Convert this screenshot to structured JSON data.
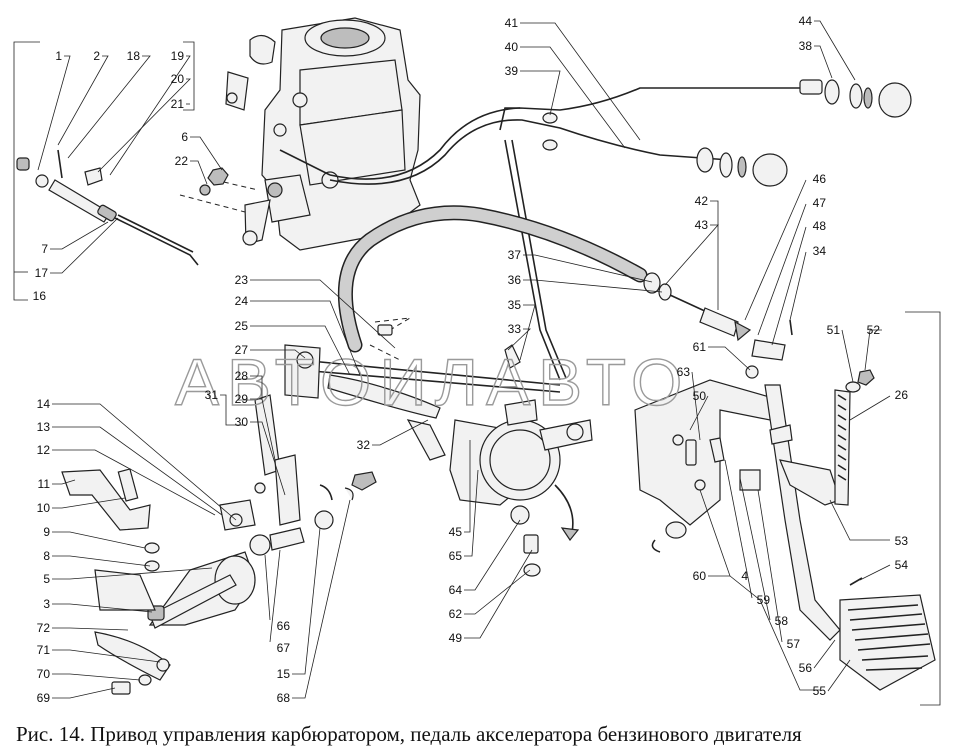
{
  "watermark": "АВТОИЛАВТО",
  "caption": "Рис. 14. Привод управления карбюратором, педаль акселератора бензинового двигателя",
  "labels": [
    "1",
    "2",
    "18",
    "19",
    "20",
    "21",
    "6",
    "22",
    "7",
    "17",
    "16",
    "41",
    "40",
    "39",
    "44",
    "38",
    "46",
    "42",
    "43",
    "47",
    "48",
    "34",
    "37",
    "36",
    "35",
    "33",
    "23",
    "24",
    "25",
    "27",
    "28",
    "29",
    "30",
    "31",
    "32",
    "14",
    "13",
    "12",
    "11",
    "10",
    "9",
    "8",
    "5",
    "3",
    "72",
    "71",
    "70",
    "69",
    "66",
    "67",
    "15",
    "68",
    "45",
    "65",
    "64",
    "62",
    "49",
    "61",
    "63",
    "50",
    "51",
    "52",
    "26",
    "53",
    "54",
    "60",
    "4",
    "59",
    "58",
    "57",
    "56",
    "55"
  ]
}
